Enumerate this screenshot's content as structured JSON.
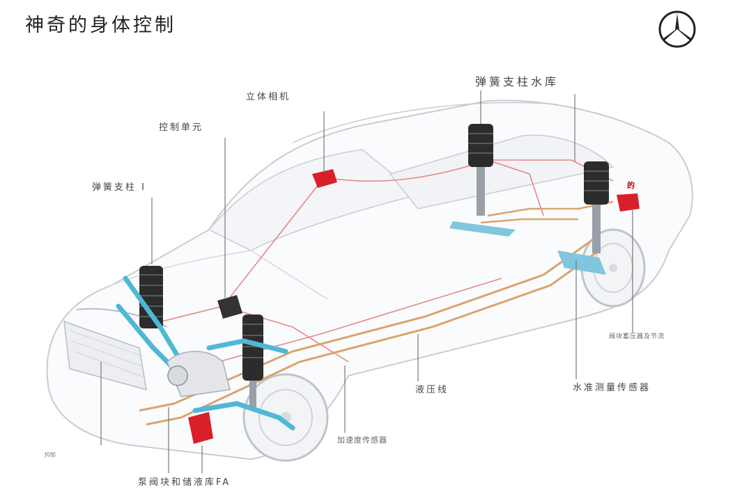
{
  "title": "神奇的身体控制",
  "logo": {
    "icon": "mercedes-star-icon"
  },
  "labels": {
    "stereo_camera": "立体相机",
    "spring_strut_reservoir": "弹簧支柱水库",
    "control_unit": "控制单元",
    "spring_strut": "弹簧支柱 I",
    "valve_block": "阀块蓄压器及节流",
    "level_sensor": "水准测量传感器",
    "hydraulic_line": "液压线",
    "accel_sensor": "加速度传感器",
    "pump_valve": "泵阀块和储液库FA",
    "small_left": "ƒ0加",
    "small_right": "的"
  },
  "colors": {
    "car_outline": "#c9ccd2",
    "strut_cyan": "#4fb8d6",
    "hydraulic": "#d9a46e",
    "red_line": "#e26a6a",
    "red_part": "#d9202a"
  }
}
